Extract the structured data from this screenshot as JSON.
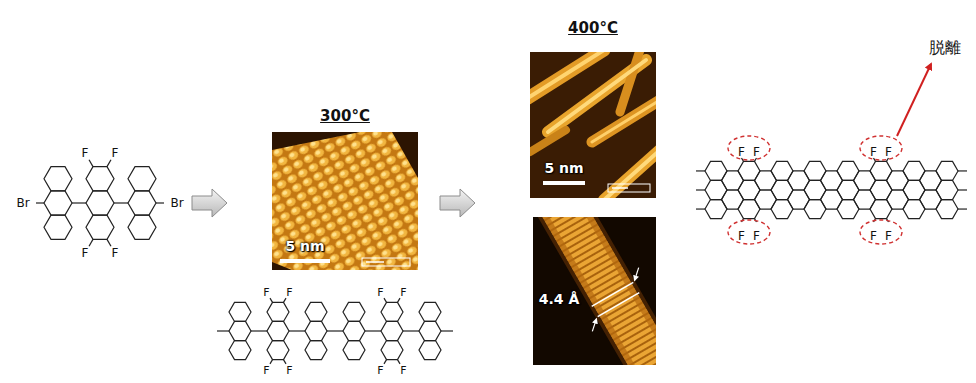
{
  "diagram": {
    "nodes": [
      {
        "text": [
          "300°C",
          "5 nm"
        ]
      },
      {
        "text": [
          "400°C",
          "5 nm"
        ]
      },
      {
        "text": [
          "4.4 Å"
        ]
      },
      {
        "text": [
          "F",
          "F"
        ]
      },
      {
        "text": [
          "F",
          "F"
        ]
      },
      {
        "text": [
          "F",
          "F"
        ]
      },
      {
        "text": [
          "F",
          "F"
        ]
      }
    ],
    "labels": [
      "Br",
      "F",
      "F",
      "F",
      "F",
      "Br",
      "F",
      "F",
      "F",
      "F",
      "F",
      "F",
      "F",
      "F",
      "脱離"
    ]
  }
}
